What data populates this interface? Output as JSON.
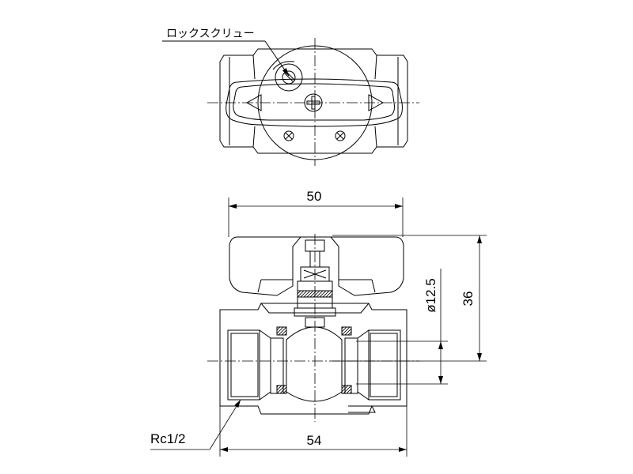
{
  "labels": {
    "lock_screw": "ロックスクリュー",
    "thread": "Rc1/2"
  },
  "dimensions": {
    "top_width": "50",
    "height": "36",
    "bore_diameter": "ø12.5",
    "bottom_width": "54"
  }
}
